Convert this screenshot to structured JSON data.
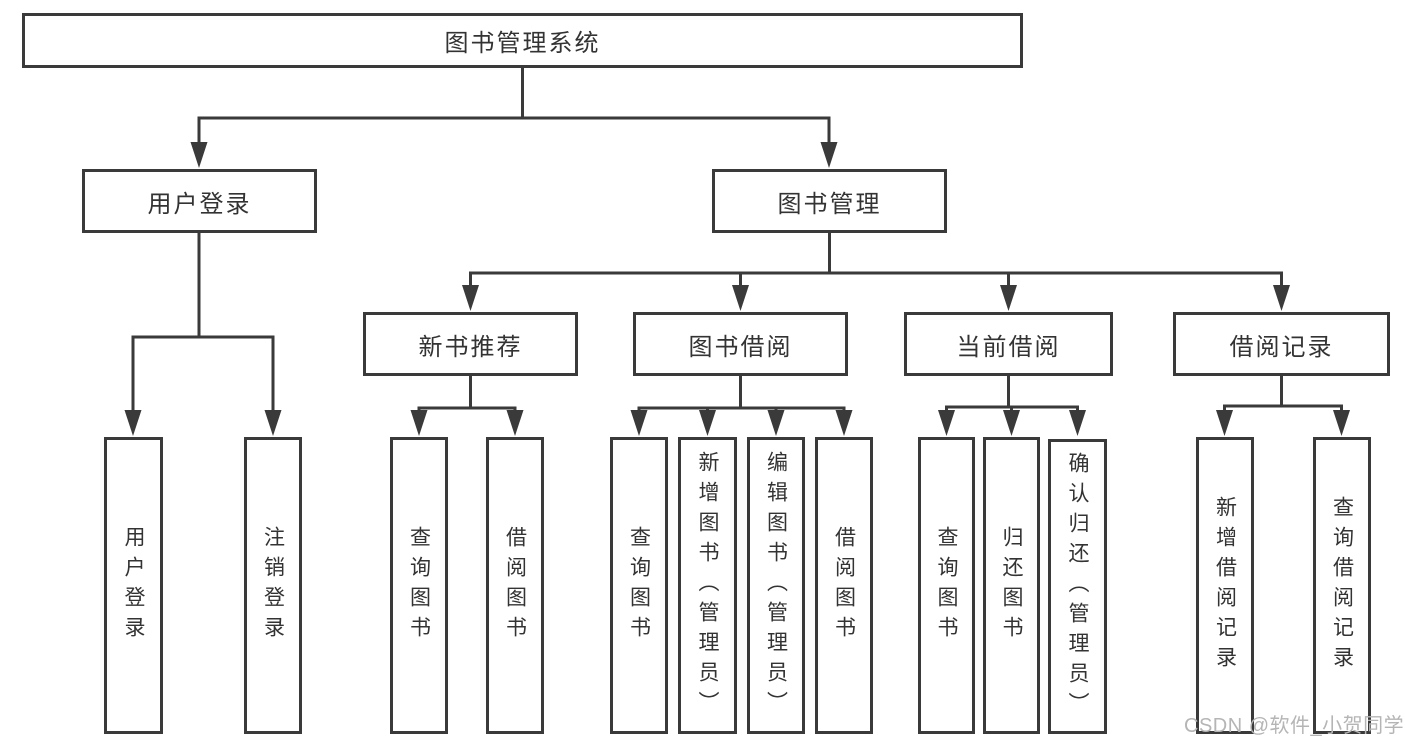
{
  "diagram": {
    "root": {
      "label": "图书管理系统"
    },
    "branches": [
      {
        "label": "用户登录",
        "children": [
          {
            "label": "用户登录"
          },
          {
            "label": "注销登录"
          }
        ]
      },
      {
        "label": "图书管理",
        "children": [
          {
            "label": "新书推荐",
            "children": [
              {
                "label": "查询图书"
              },
              {
                "label": "借阅图书"
              }
            ]
          },
          {
            "label": "图书借阅",
            "children": [
              {
                "label": "查询图书"
              },
              {
                "label": "新增图书（管理员）"
              },
              {
                "label": "编辑图书（管理员）"
              },
              {
                "label": "借阅图书"
              }
            ]
          },
          {
            "label": "当前借阅",
            "children": [
              {
                "label": "查询图书"
              },
              {
                "label": "归还图书"
              },
              {
                "label": "确认归还（管理员）"
              }
            ]
          },
          {
            "label": "借阅记录",
            "children": [
              {
                "label": "新增借阅记录"
              },
              {
                "label": "查询借阅记录"
              }
            ]
          }
        ]
      }
    ]
  },
  "watermark": {
    "text": "CSDN @软件_小贺同学"
  },
  "colors": {
    "line": "#3a3a3a",
    "text": "#333333",
    "background": "#ffffff",
    "watermark_text": "#b5b5b5"
  }
}
